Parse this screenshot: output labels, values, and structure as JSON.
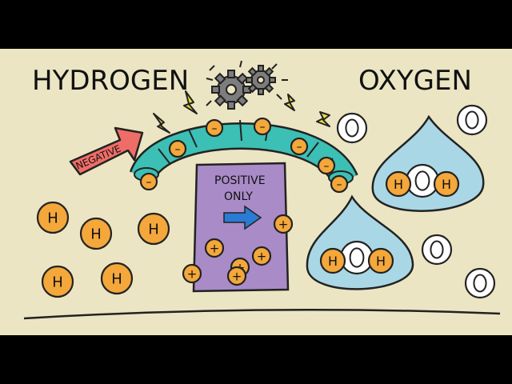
{
  "labels": {
    "hydrogen": "HYDROGEN",
    "oxygen": "OXYGEN",
    "negative": "NEGATIVE",
    "positive_line1": "POSITIVE",
    "positive_line2": "ONLY"
  },
  "particles": {
    "hydrogen_symbol": "H",
    "oxygen_symbol": "O",
    "electron_symbol": "–",
    "proton_symbol": "+"
  },
  "colors": {
    "background": "#ebe5c3",
    "letterbox": "#000000",
    "orange_particle": "#f4a73a",
    "membrane_teal": "#3cbfb4",
    "membrane_block": "#a98bc7",
    "negative_arrow": "#ef6d67",
    "water_drop": "#a9d7e6",
    "arrow_blue": "#2a7bd4",
    "spark_yellow": "#f2dd3c",
    "gear_gray": "#7d7d7d"
  },
  "icons": [
    "gear-icon",
    "lightning-icon",
    "arrow-right-icon",
    "arrow-negative-icon",
    "water-drop-icon"
  ]
}
